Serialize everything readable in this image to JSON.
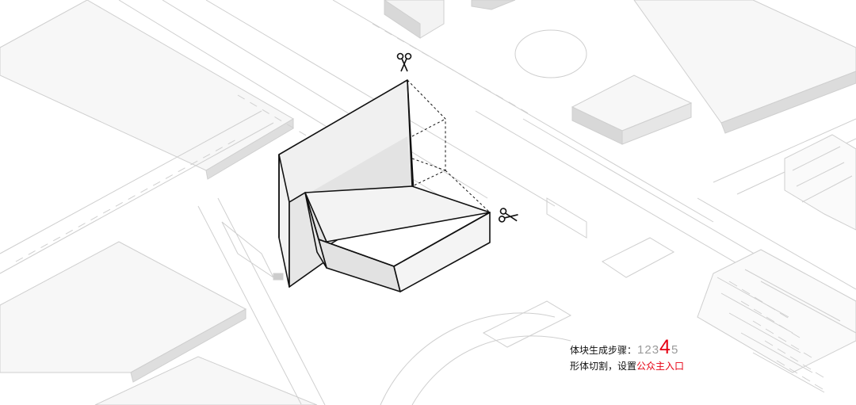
{
  "caption": {
    "step_label": "体块生成步骤：",
    "steps": [
      "1",
      "2",
      "3",
      "4",
      "5"
    ],
    "active_step": "4",
    "desc_prefix": "形体切割，设置",
    "desc_highlight": "公众主入口"
  },
  "colors": {
    "line": "#cfcfcf",
    "building_top": "#f6f6f6",
    "building_side": "#dcdcdc",
    "volume_stroke": "#111111",
    "volume_face": "#e3e3e3",
    "volume_face_light": "#f0f0f0",
    "accent": "#e60012",
    "step_inactive": "#9a9a9a"
  },
  "icons": [
    "scissors-icon",
    "scissors-icon"
  ]
}
